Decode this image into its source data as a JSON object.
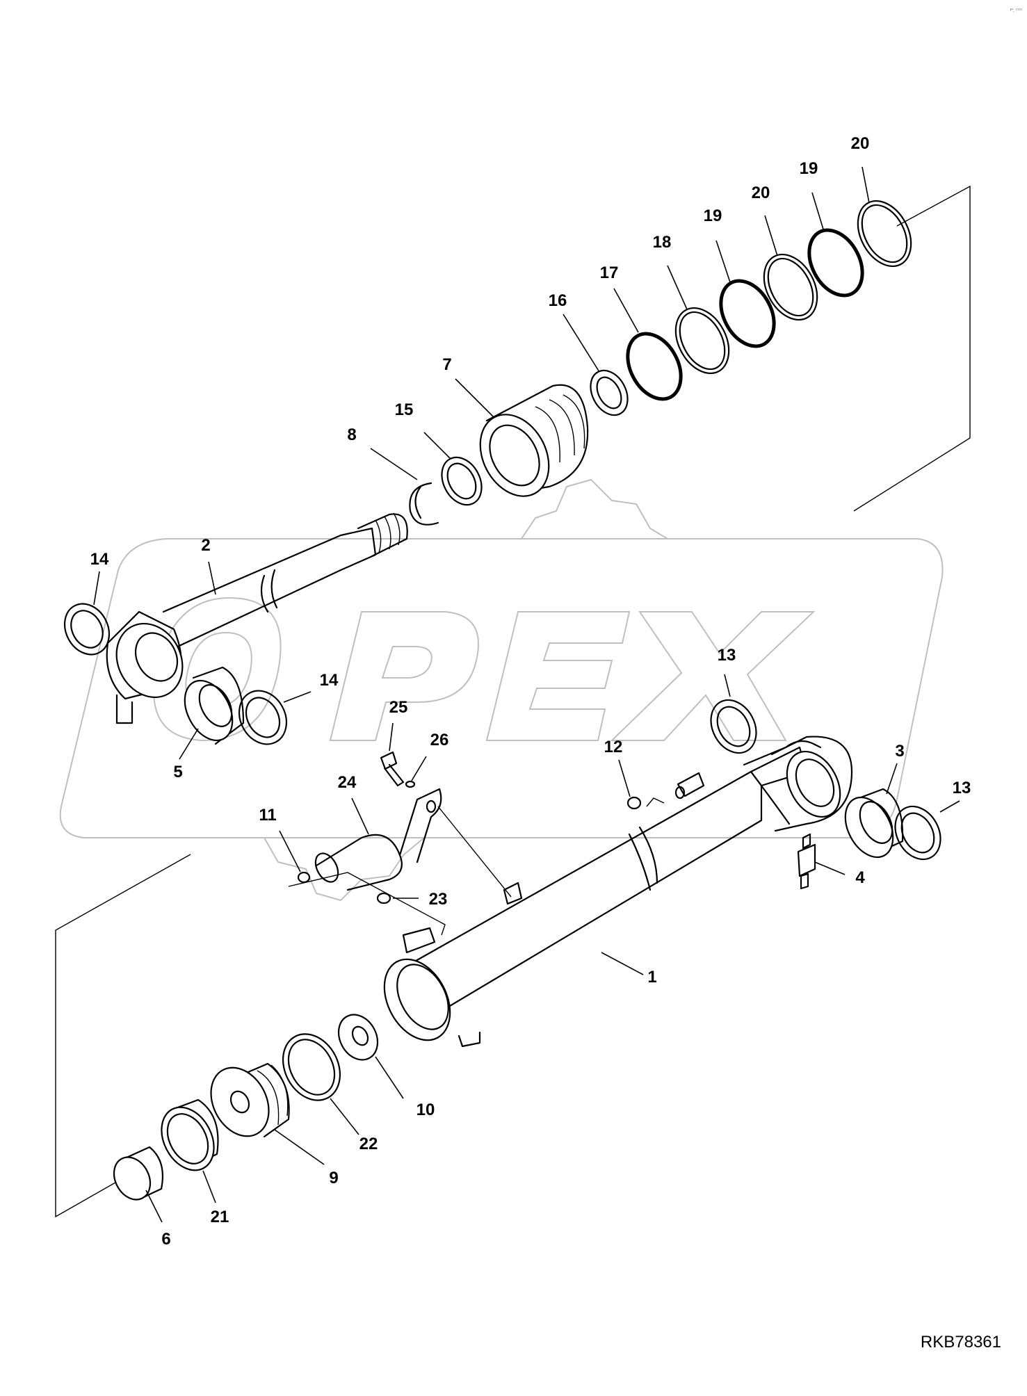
{
  "watermark": {
    "text": "OPEX"
  },
  "corner_mark": "⌐᷊ ▫▫▫",
  "drawing_number": "RKB78361",
  "callouts": [
    {
      "id": "c20a",
      "label": "20"
    },
    {
      "id": "c19a",
      "label": "19"
    },
    {
      "id": "c20b",
      "label": "20"
    },
    {
      "id": "c19b",
      "label": "19"
    },
    {
      "id": "c18",
      "label": "18"
    },
    {
      "id": "c17",
      "label": "17"
    },
    {
      "id": "c16",
      "label": "16"
    },
    {
      "id": "c7",
      "label": "7"
    },
    {
      "id": "c15",
      "label": "15"
    },
    {
      "id": "c8",
      "label": "8"
    },
    {
      "id": "c2",
      "label": "2"
    },
    {
      "id": "c14a",
      "label": "14"
    },
    {
      "id": "c14b",
      "label": "14"
    },
    {
      "id": "c5",
      "label": "5"
    },
    {
      "id": "c25",
      "label": "25"
    },
    {
      "id": "c26",
      "label": "26"
    },
    {
      "id": "c24",
      "label": "24"
    },
    {
      "id": "c11",
      "label": "11"
    },
    {
      "id": "c23",
      "label": "23"
    },
    {
      "id": "c13a",
      "label": "13"
    },
    {
      "id": "c12",
      "label": "12"
    },
    {
      "id": "c3",
      "label": "3"
    },
    {
      "id": "c13b",
      "label": "13"
    },
    {
      "id": "c4",
      "label": "4"
    },
    {
      "id": "c1",
      "label": "1"
    },
    {
      "id": "c10",
      "label": "10"
    },
    {
      "id": "c22",
      "label": "22"
    },
    {
      "id": "c9",
      "label": "9"
    },
    {
      "id": "c21",
      "label": "21"
    },
    {
      "id": "c6",
      "label": "6"
    }
  ]
}
